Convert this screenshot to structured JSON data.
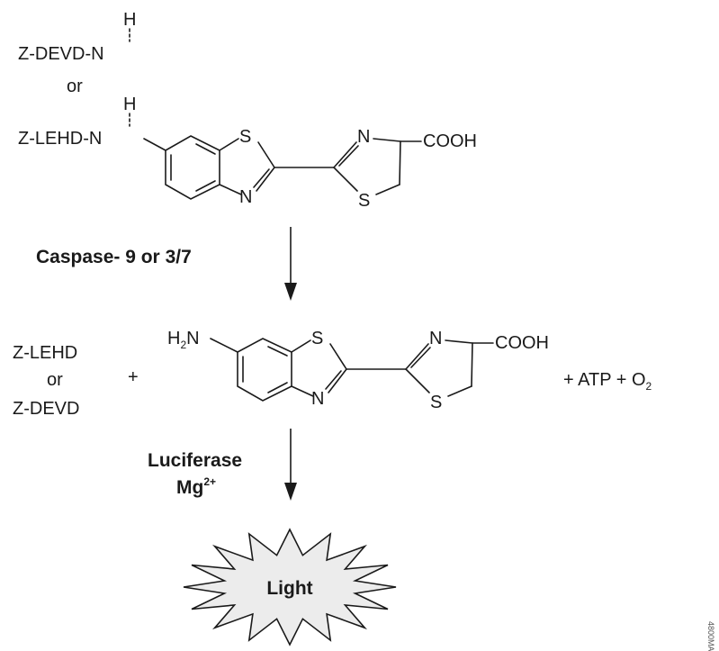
{
  "substrate": {
    "h_top": "H",
    "seq1": "Z-DEVD-N",
    "or": "or",
    "h_bottom": "H",
    "seq2": "Z-LEHD-N"
  },
  "ring_atoms": {
    "S": "S",
    "N": "N",
    "cooh": "COOH"
  },
  "step1": {
    "label": "Caspase- 9 or 3/7"
  },
  "products": {
    "peptide1": "Z-LEHD",
    "or": "or",
    "peptide2": "Z-DEVD",
    "plus": "+",
    "amine_h": "H",
    "amine_sub": "2",
    "amine_n": "N",
    "atp_o2": "+ ATP + O",
    "o2_sub": "2"
  },
  "step2": {
    "label1": "Luciferase",
    "label2": "Mg",
    "label2_sup": "2+"
  },
  "output": {
    "label": "Light"
  },
  "watermark": "4800MA"
}
